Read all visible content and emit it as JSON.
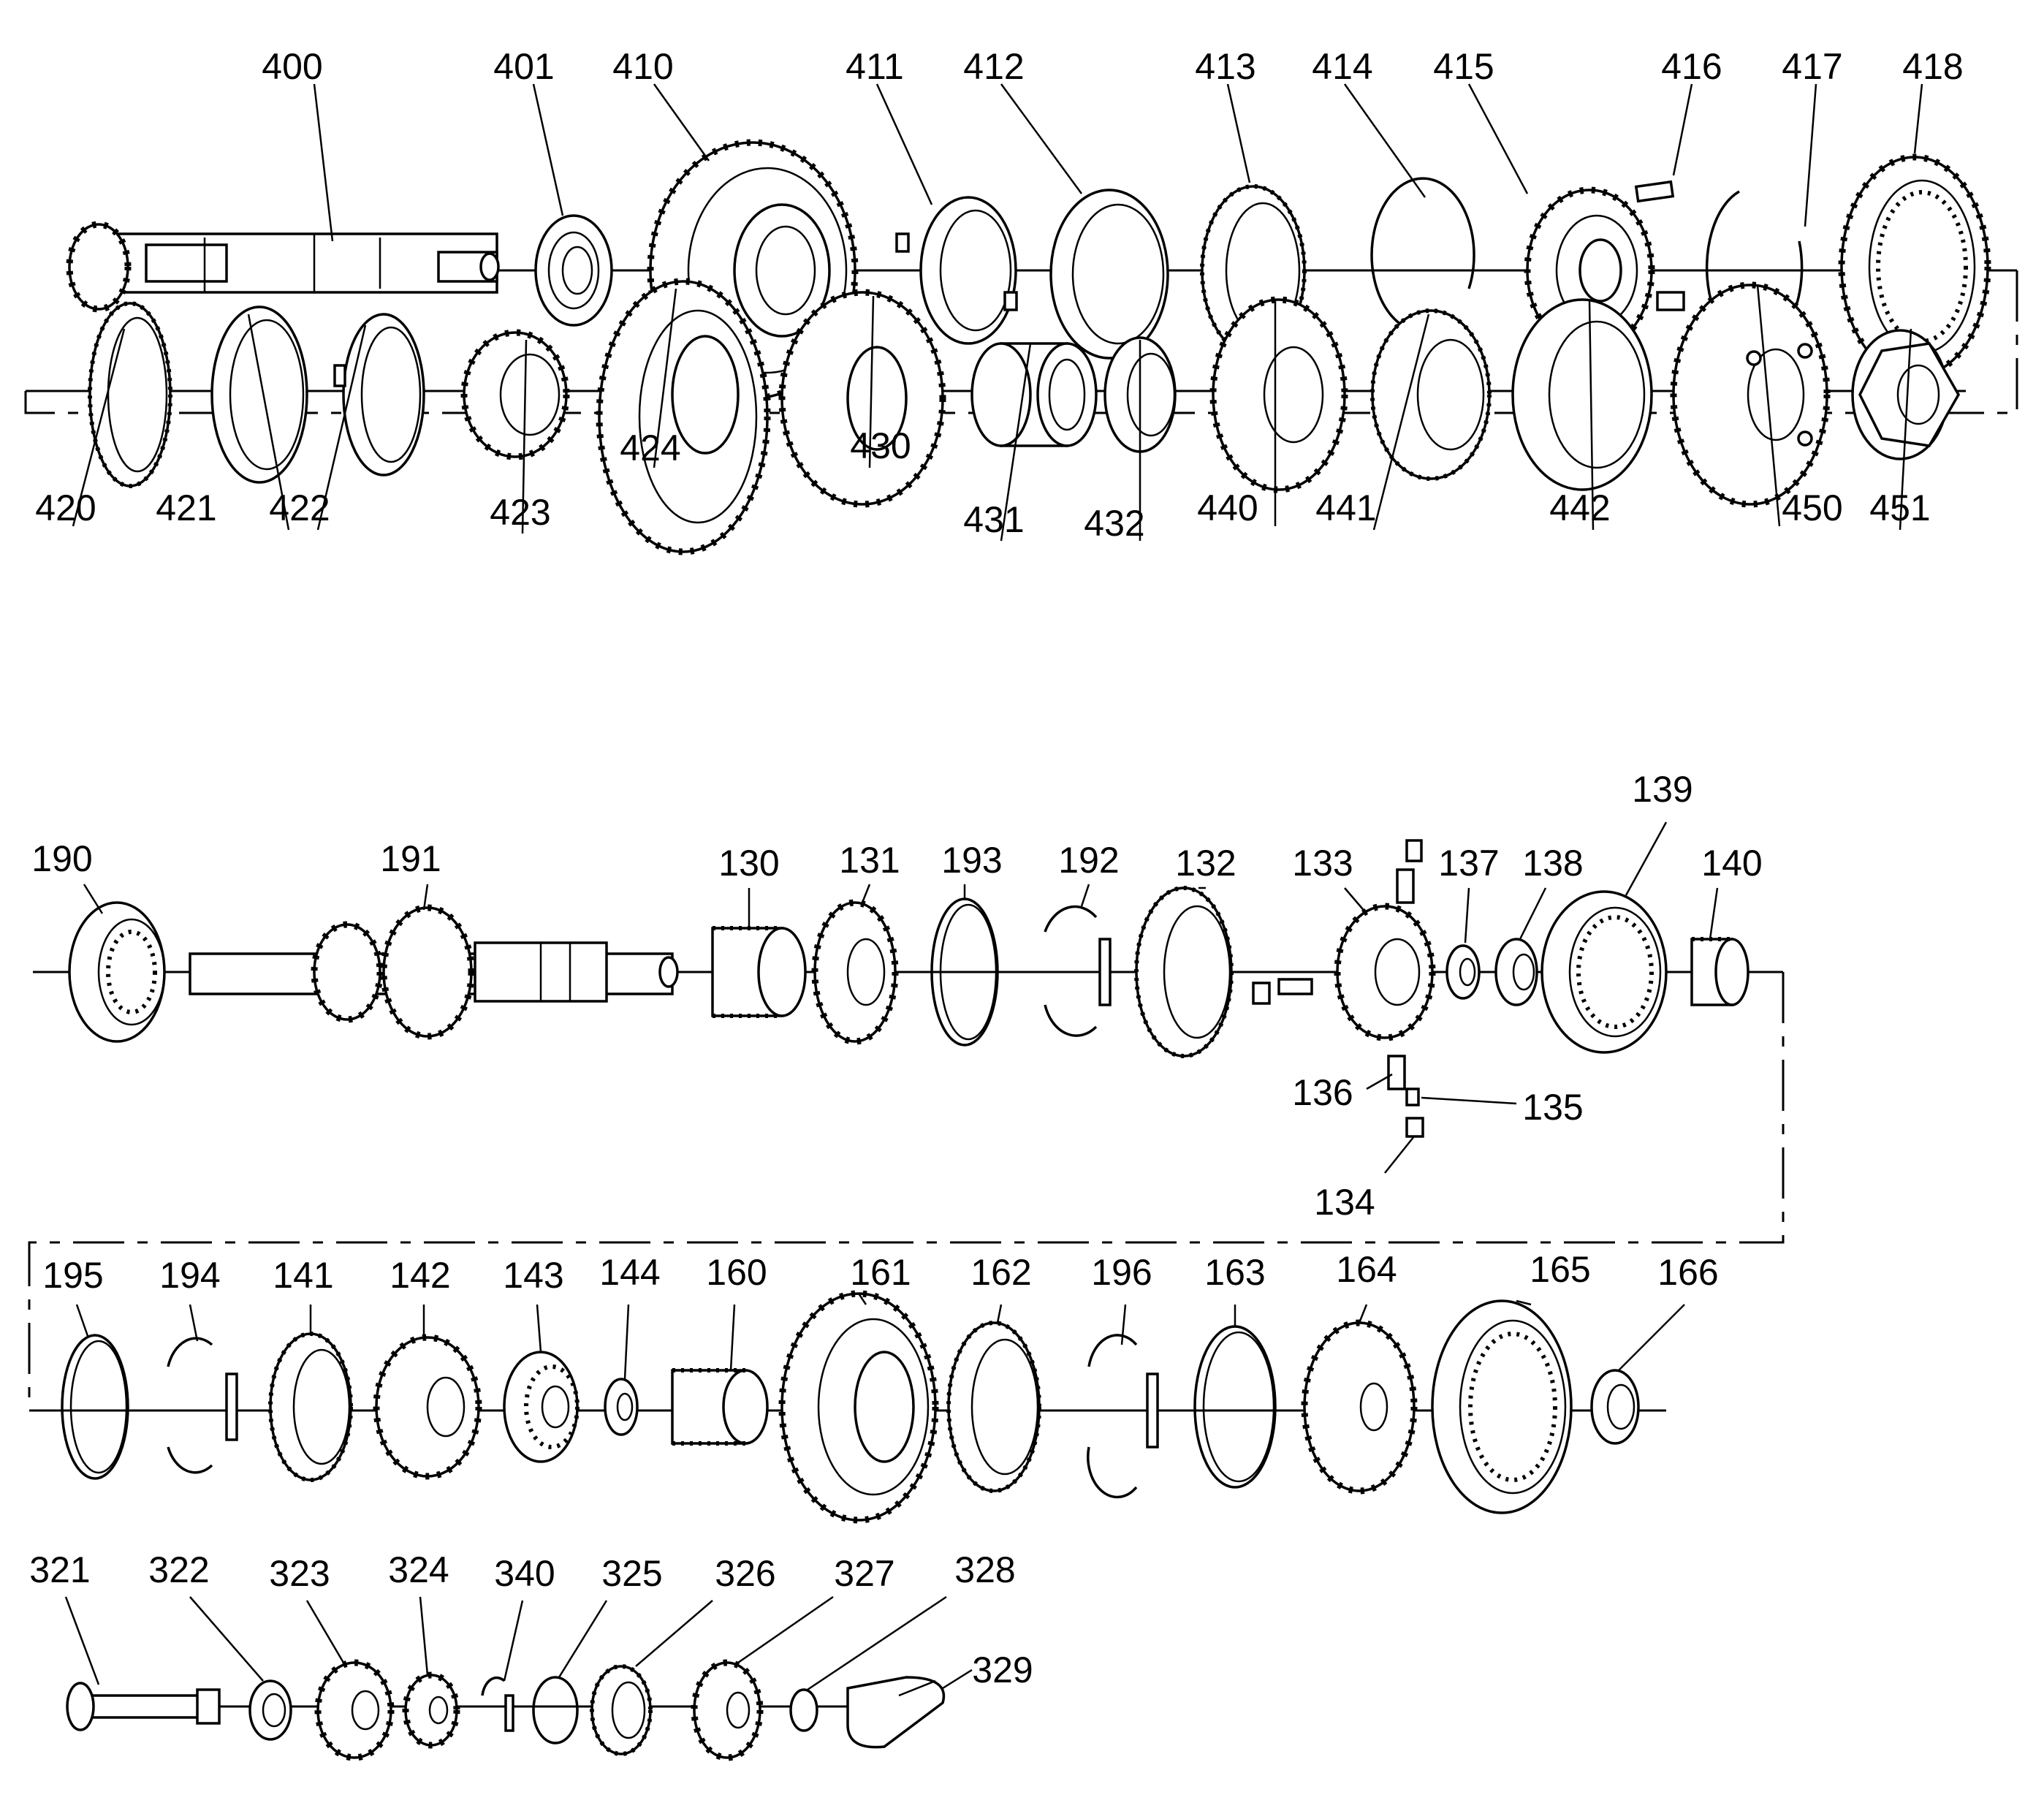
{
  "title": "",
  "rows": [
    {
      "id": "row1",
      "labels": [
        "400",
        "401",
        "410",
        "411",
        "412",
        "413",
        "414",
        "415",
        "416",
        "417",
        "418"
      ]
    },
    {
      "id": "row2",
      "labels": [
        "420",
        "421",
        "422",
        "423",
        "424",
        "430",
        "431",
        "432",
        "440",
        "441",
        "442",
        "450",
        "451"
      ]
    },
    {
      "id": "row3",
      "labels": [
        "190",
        "191",
        "130",
        "131",
        "193",
        "192",
        "132",
        "133",
        "137",
        "138",
        "139",
        "140",
        "136",
        "135",
        "134"
      ]
    },
    {
      "id": "row4",
      "labels": [
        "195",
        "194",
        "141",
        "142",
        "143",
        "144",
        "160",
        "161",
        "162",
        "196",
        "163",
        "164",
        "165",
        "166"
      ]
    },
    {
      "id": "row5",
      "labels": [
        "321",
        "322",
        "323",
        "324",
        "340",
        "325",
        "326",
        "327",
        "328",
        "329"
      ]
    }
  ]
}
